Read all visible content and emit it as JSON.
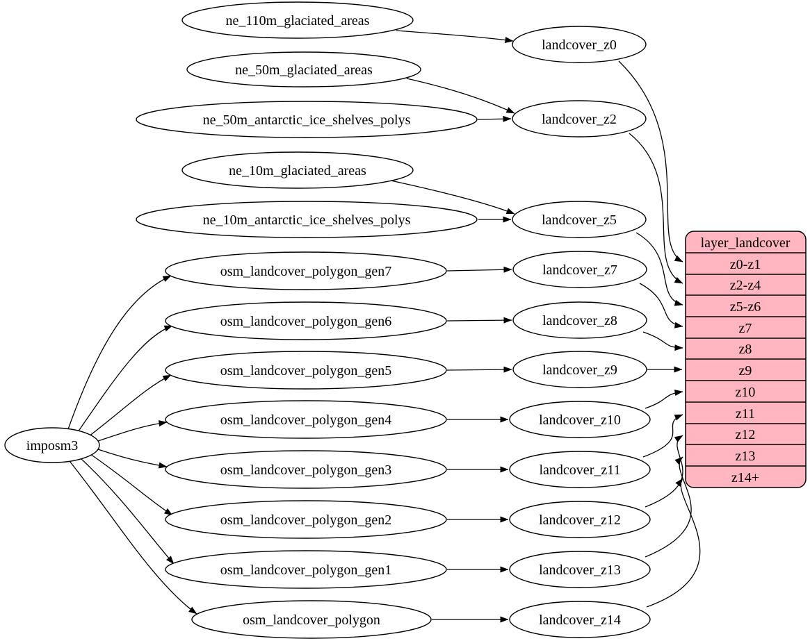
{
  "diagram": {
    "colors": {
      "background": "#ffffff",
      "node_fill": "#ffffff",
      "node_stroke": "#000000",
      "edge": "#000000",
      "table_fill": "#ffb6c1"
    },
    "nodes": [
      {
        "id": "imposm3",
        "label": "imposm3"
      },
      {
        "id": "ne_110m_glaciated_areas",
        "label": "ne_110m_glaciated_areas"
      },
      {
        "id": "ne_50m_glaciated_areas",
        "label": "ne_50m_glaciated_areas"
      },
      {
        "id": "ne_50m_antarctic_ice_shelves_polys",
        "label": "ne_50m_antarctic_ice_shelves_polys"
      },
      {
        "id": "ne_10m_glaciated_areas",
        "label": "ne_10m_glaciated_areas"
      },
      {
        "id": "ne_10m_antarctic_ice_shelves_polys",
        "label": "ne_10m_antarctic_ice_shelves_polys"
      },
      {
        "id": "osm_landcover_polygon_gen7",
        "label": "osm_landcover_polygon_gen7"
      },
      {
        "id": "osm_landcover_polygon_gen6",
        "label": "osm_landcover_polygon_gen6"
      },
      {
        "id": "osm_landcover_polygon_gen5",
        "label": "osm_landcover_polygon_gen5"
      },
      {
        "id": "osm_landcover_polygon_gen4",
        "label": "osm_landcover_polygon_gen4"
      },
      {
        "id": "osm_landcover_polygon_gen3",
        "label": "osm_landcover_polygon_gen3"
      },
      {
        "id": "osm_landcover_polygon_gen2",
        "label": "osm_landcover_polygon_gen2"
      },
      {
        "id": "osm_landcover_polygon_gen1",
        "label": "osm_landcover_polygon_gen1"
      },
      {
        "id": "osm_landcover_polygon",
        "label": "osm_landcover_polygon"
      },
      {
        "id": "landcover_z0",
        "label": "landcover_z0"
      },
      {
        "id": "landcover_z2",
        "label": "landcover_z2"
      },
      {
        "id": "landcover_z5",
        "label": "landcover_z5"
      },
      {
        "id": "landcover_z7",
        "label": "landcover_z7"
      },
      {
        "id": "landcover_z8",
        "label": "landcover_z8"
      },
      {
        "id": "landcover_z9",
        "label": "landcover_z9"
      },
      {
        "id": "landcover_z10",
        "label": "landcover_z10"
      },
      {
        "id": "landcover_z11",
        "label": "landcover_z11"
      },
      {
        "id": "landcover_z12",
        "label": "landcover_z12"
      },
      {
        "id": "landcover_z13",
        "label": "landcover_z13"
      },
      {
        "id": "landcover_z14",
        "label": "landcover_z14"
      }
    ],
    "table": {
      "title": "layer_landcover",
      "rows": [
        "z0-z1",
        "z2-z4",
        "z5-z6",
        "z7",
        "z8",
        "z9",
        "z10",
        "z11",
        "z12",
        "z13",
        "z14+"
      ]
    },
    "edges": [
      [
        "imposm3",
        "osm_landcover_polygon_gen7"
      ],
      [
        "imposm3",
        "osm_landcover_polygon_gen6"
      ],
      [
        "imposm3",
        "osm_landcover_polygon_gen5"
      ],
      [
        "imposm3",
        "osm_landcover_polygon_gen4"
      ],
      [
        "imposm3",
        "osm_landcover_polygon_gen3"
      ],
      [
        "imposm3",
        "osm_landcover_polygon_gen2"
      ],
      [
        "imposm3",
        "osm_landcover_polygon_gen1"
      ],
      [
        "imposm3",
        "osm_landcover_polygon"
      ],
      [
        "ne_110m_glaciated_areas",
        "landcover_z0"
      ],
      [
        "ne_50m_glaciated_areas",
        "landcover_z2"
      ],
      [
        "ne_50m_antarctic_ice_shelves_polys",
        "landcover_z2"
      ],
      [
        "ne_10m_glaciated_areas",
        "landcover_z5"
      ],
      [
        "ne_10m_antarctic_ice_shelves_polys",
        "landcover_z5"
      ],
      [
        "osm_landcover_polygon_gen7",
        "landcover_z7"
      ],
      [
        "osm_landcover_polygon_gen6",
        "landcover_z8"
      ],
      [
        "osm_landcover_polygon_gen5",
        "landcover_z9"
      ],
      [
        "osm_landcover_polygon_gen4",
        "landcover_z10"
      ],
      [
        "osm_landcover_polygon_gen3",
        "landcover_z11"
      ],
      [
        "osm_landcover_polygon_gen2",
        "landcover_z12"
      ],
      [
        "osm_landcover_polygon_gen1",
        "landcover_z13"
      ],
      [
        "osm_landcover_polygon",
        "landcover_z14"
      ],
      [
        "landcover_z0",
        "layer_landcover:z0-z1"
      ],
      [
        "landcover_z2",
        "layer_landcover:z2-z4"
      ],
      [
        "landcover_z5",
        "layer_landcover:z5-z6"
      ],
      [
        "landcover_z7",
        "layer_landcover:z7"
      ],
      [
        "landcover_z8",
        "layer_landcover:z8"
      ],
      [
        "landcover_z9",
        "layer_landcover:z9"
      ],
      [
        "landcover_z10",
        "layer_landcover:z10"
      ],
      [
        "landcover_z11",
        "layer_landcover:z11"
      ],
      [
        "landcover_z12",
        "layer_landcover:z12"
      ],
      [
        "landcover_z13",
        "layer_landcover:z13"
      ],
      [
        "landcover_z14",
        "layer_landcover:z14+"
      ]
    ]
  }
}
